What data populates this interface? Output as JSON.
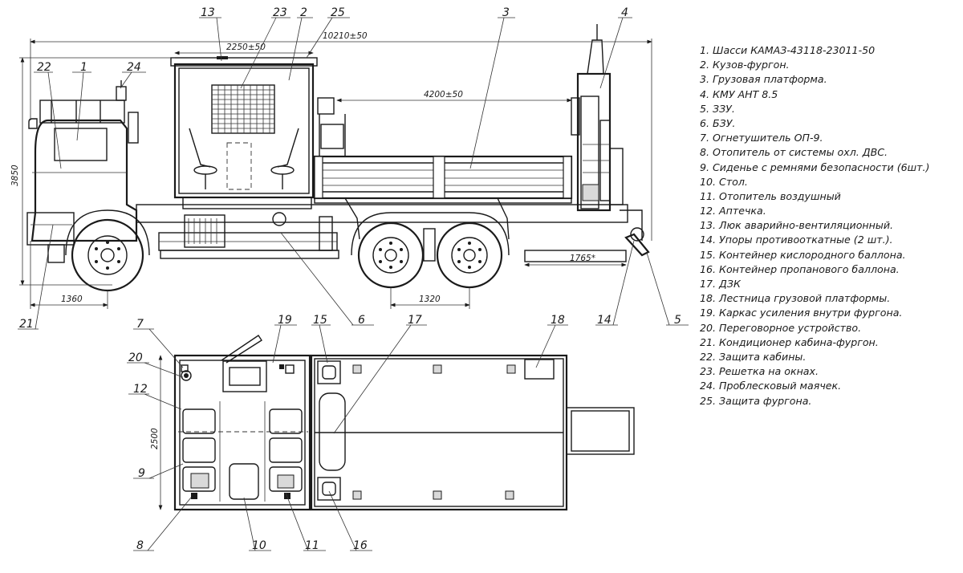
{
  "dimensions": {
    "overall_length": "10210±50",
    "body_length": "2250±50",
    "platform_length": "4200±50",
    "height": "3850",
    "front_axle": "1360",
    "rear_axle_spacing": "1320",
    "rear_overhang": "1765*",
    "body_width": "2500"
  },
  "callouts": {
    "side_view": [
      "13",
      "23",
      "2",
      "25",
      "3",
      "4",
      "22",
      "1",
      "24",
      "21",
      "6",
      "14",
      "5"
    ],
    "top_view": [
      "7",
      "19",
      "15",
      "17",
      "18",
      "20",
      "12",
      "9",
      "8",
      "10",
      "11",
      "16"
    ]
  },
  "legend": [
    "1. Шасси КАМАЗ-43118-23011-50",
    "2. Кузов-фургон.",
    "3. Грузовая платформа.",
    "4. КМУ АНТ 8.5",
    "5. ЗЗУ.",
    "6. БЗУ.",
    "7. Огнетушитель ОП-9.",
    "8. Отопитель от системы охл. ДВС.",
    "9. Сиденье с ремнями безопасности (6шт.)",
    "10. Стол.",
    "11. Отопитель воздушный",
    "12. Аптечка.",
    "13. Люк аварийно-вентиляционный.",
    "14. Упоры противооткатные (2 шт.).",
    "15. Контейнер кислородного баллона.",
    "16. Контейнер пропанового баллона.",
    "17. ДЗК",
    "18. Лестница грузовой платформы.",
    "19. Каркас усиления внутри фургона.",
    "20. Переговорное устройство.",
    "21. Кондиционер кабина-фургон.",
    "22. Защита кабины.",
    "23. Решетка на окнах.",
    "24. Проблесковый маячек.",
    "25. Защита фургона."
  ]
}
